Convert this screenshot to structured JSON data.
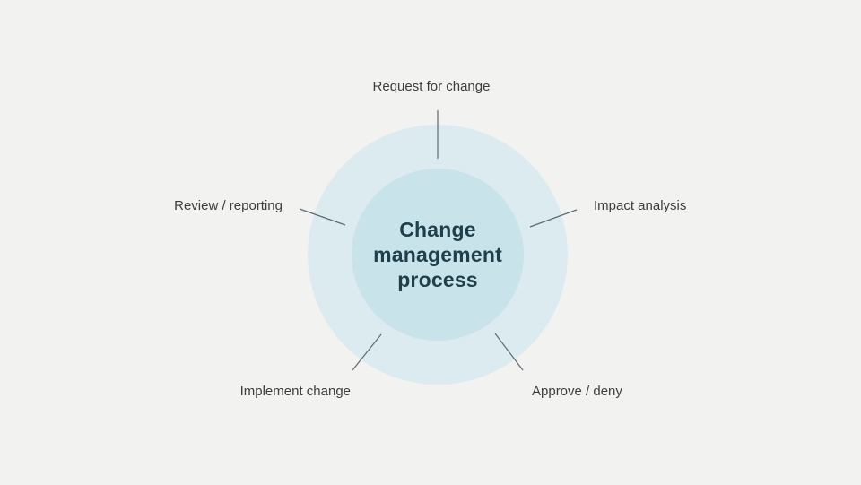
{
  "diagram": {
    "title_lines": [
      "Change",
      "management",
      "process"
    ],
    "labels": {
      "top": "Request for change",
      "right": "Impact analysis",
      "bottom_right": "Approve / deny",
      "bottom_left": "Implement change",
      "left": "Review / reporting"
    },
    "colors": {
      "background": "#f2f2f1",
      "outer_circle": "#dcebf0",
      "inner_circle": "#c9e3ea",
      "title_text": "#1f404a",
      "label_text": "#3d3d3d",
      "connector_line": "#5c6b70"
    }
  }
}
